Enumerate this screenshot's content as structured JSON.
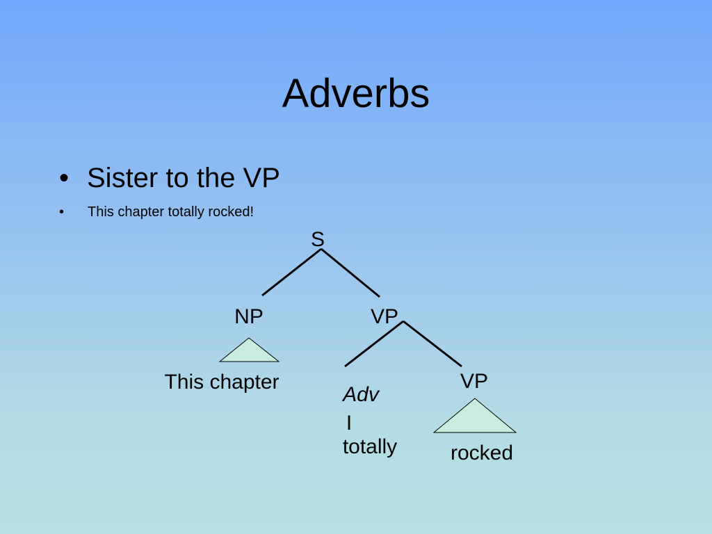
{
  "slide": {
    "title": "Adverbs",
    "bullets": [
      {
        "text": "Sister to the VP",
        "marker": "•"
      },
      {
        "text": "This chapter totally rocked!",
        "marker": "•"
      }
    ]
  },
  "tree": {
    "nodes": {
      "s": "S",
      "np": "NP",
      "vp_top": "VP",
      "adv": "Adv",
      "vp_inner": "VP",
      "adv_bar": "I"
    },
    "leaves": {
      "np_leaf": "This chapter",
      "adv_leaf": "totally",
      "vp_leaf": "rocked"
    },
    "colors": {
      "line": "#000000",
      "triangle_fill": "#c8ecdf"
    }
  }
}
